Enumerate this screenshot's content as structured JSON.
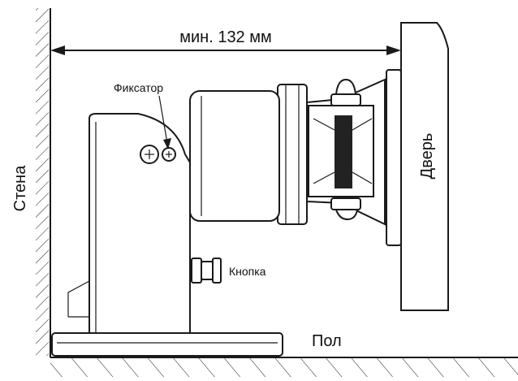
{
  "diagram": {
    "dimension_label": "мин. 132 мм",
    "wall_label": "Стена",
    "door_label": "Дверь",
    "floor_label": "Пол",
    "latch_label": "Фиксатор",
    "button_label": "Кнопка"
  },
  "colors": {
    "line": "#1a1a1a",
    "background": "#ffffff",
    "dark_band": "#222222"
  },
  "icon_names": [
    "screw-head-icon",
    "screw-head-small-icon",
    "arrow-left-icon",
    "arrow-right-icon"
  ]
}
